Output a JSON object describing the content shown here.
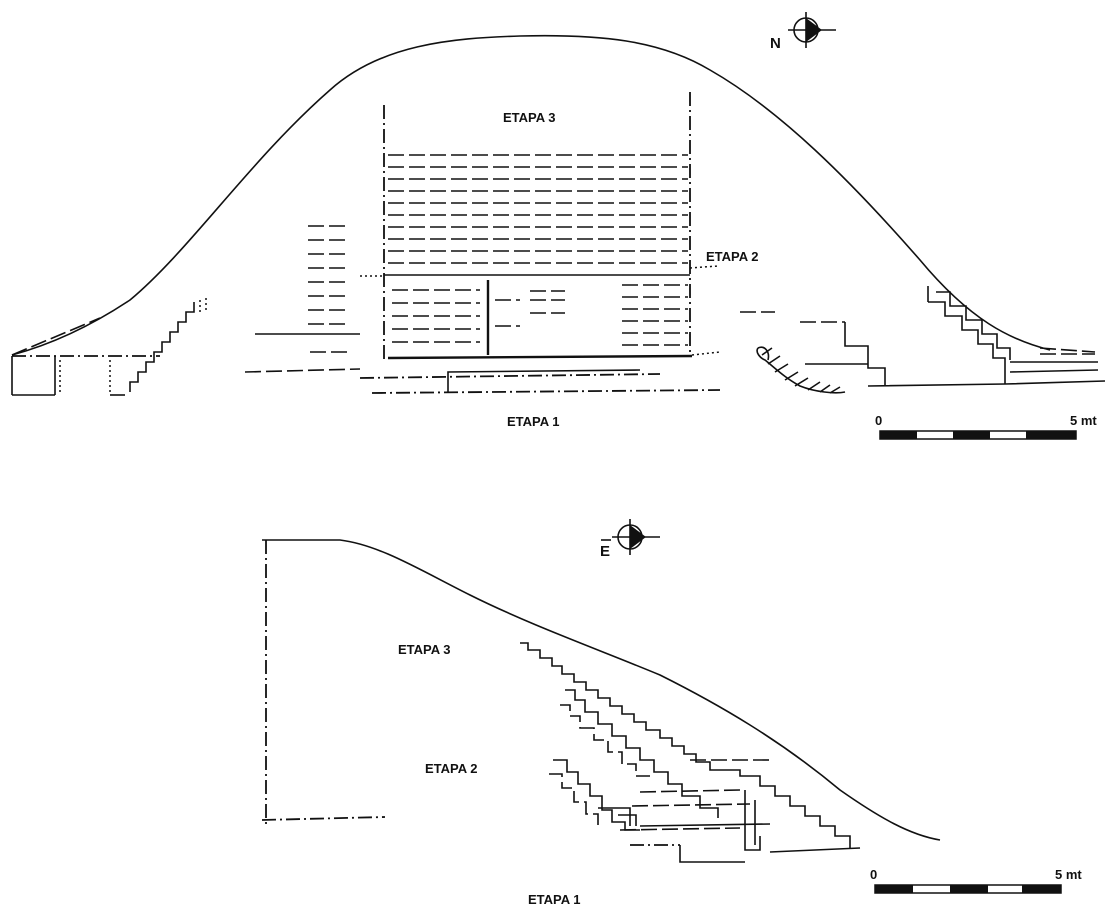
{
  "section_north": {
    "direction": "N",
    "labels": {
      "stage3": "ETAPA 3",
      "stage2": "ETAPA 2",
      "stage1": "ETAPA 1"
    },
    "scale": {
      "start": "0",
      "end": "5 mt"
    }
  },
  "section_east": {
    "direction": "E",
    "labels": {
      "stage3": "ETAPA 3",
      "stage2": "ETAPA 2",
      "stage1": "ETAPA 1"
    },
    "scale": {
      "start": "0",
      "end": "5 mt"
    }
  }
}
